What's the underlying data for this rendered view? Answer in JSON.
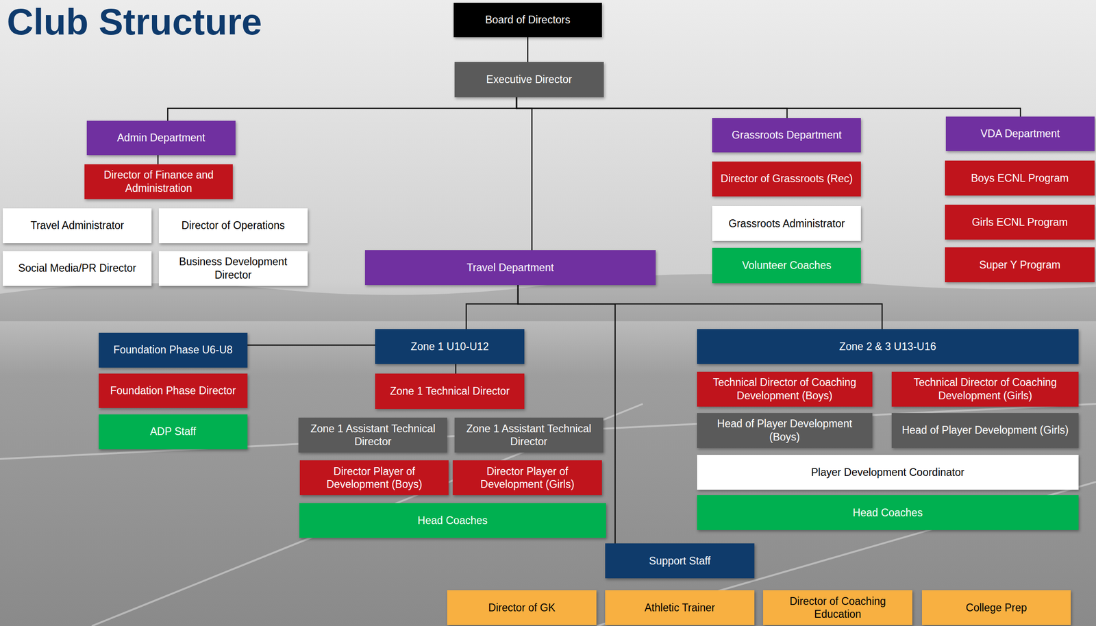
{
  "diagram": {
    "title": "Club Structure",
    "nodes": [
      {
        "text": [
          "Board of Directors"
        ]
      },
      {
        "text": [
          "Executive Director"
        ]
      },
      {
        "text": [
          "Admin Department"
        ]
      },
      {
        "text": [
          "Director of Finance and Administration"
        ]
      },
      {
        "text": [
          "Travel Administrator"
        ]
      },
      {
        "text": [
          "Director of Operations"
        ]
      },
      {
        "text": [
          "Social Media/PR Director"
        ]
      },
      {
        "text": [
          "Business Development Director"
        ]
      },
      {
        "text": [
          "Grassroots Department"
        ]
      },
      {
        "text": [
          "Director of Grassroots (Rec)"
        ]
      },
      {
        "text": [
          "Grassroots Administrator"
        ]
      },
      {
        "text": [
          "Volunteer Coaches"
        ]
      },
      {
        "text": [
          "VDA Department"
        ]
      },
      {
        "text": [
          "Boys ECNL Program"
        ]
      },
      {
        "text": [
          "Girls ECNL Program"
        ]
      },
      {
        "text": [
          "Super Y Program"
        ]
      },
      {
        "text": [
          "Travel Department"
        ]
      },
      {
        "text": [
          "Foundation Phase U6-U8"
        ]
      },
      {
        "text": [
          "Foundation Phase Director"
        ]
      },
      {
        "text": [
          "ADP Staff"
        ]
      },
      {
        "text": [
          "Zone 1 U10-U12"
        ]
      },
      {
        "text": [
          "Zone 1 Technical Director"
        ]
      },
      {
        "text": [
          "Zone 1 Assistant Technical Director"
        ]
      },
      {
        "text": [
          "Zone 1 Assistant Technical Director"
        ]
      },
      {
        "text": [
          "Director Player of Development (Boys)"
        ]
      },
      {
        "text": [
          "Director Player of Development (Girls)"
        ]
      },
      {
        "text": [
          "Head Coaches"
        ]
      },
      {
        "text": [
          "Zone 2 & 3 U13-U16"
        ]
      },
      {
        "text": [
          "Technical Director of Coaching Development (Boys)"
        ]
      },
      {
        "text": [
          "Technical Director of Coaching Development (Girls)"
        ]
      },
      {
        "text": [
          "Head of Player Development (Boys)"
        ]
      },
      {
        "text": [
          "Head of Player Development (Girls)"
        ]
      },
      {
        "text": [
          "Player Development Coordinator"
        ]
      },
      {
        "text": [
          "Head Coaches"
        ]
      },
      {
        "text": [
          "Support Staff"
        ]
      },
      {
        "text": [
          "Director of GK"
        ]
      },
      {
        "text": [
          "Athletic Trainer"
        ]
      },
      {
        "text": [
          "Director of Coaching Education"
        ]
      },
      {
        "text": [
          "College Prep"
        ]
      }
    ],
    "edges": [
      {
        "from": 0,
        "to": 1,
        "arrow": "none"
      },
      {
        "from": 1,
        "to": 2,
        "arrow": "none"
      },
      {
        "from": 1,
        "to": 16,
        "arrow": "none"
      },
      {
        "from": 1,
        "to": 8,
        "arrow": "none"
      },
      {
        "from": 1,
        "to": 12,
        "arrow": "none"
      },
      {
        "from": 2,
        "to": 3,
        "arrow": "none"
      },
      {
        "from": 16,
        "to": 20,
        "arrow": "none"
      },
      {
        "from": 16,
        "to": 27,
        "arrow": "none"
      },
      {
        "from": 16,
        "to": 34,
        "arrow": "none"
      },
      {
        "from": 20,
        "to": 17,
        "arrow": "none"
      },
      {
        "from": 20,
        "to": 21,
        "arrow": "none"
      }
    ]
  }
}
